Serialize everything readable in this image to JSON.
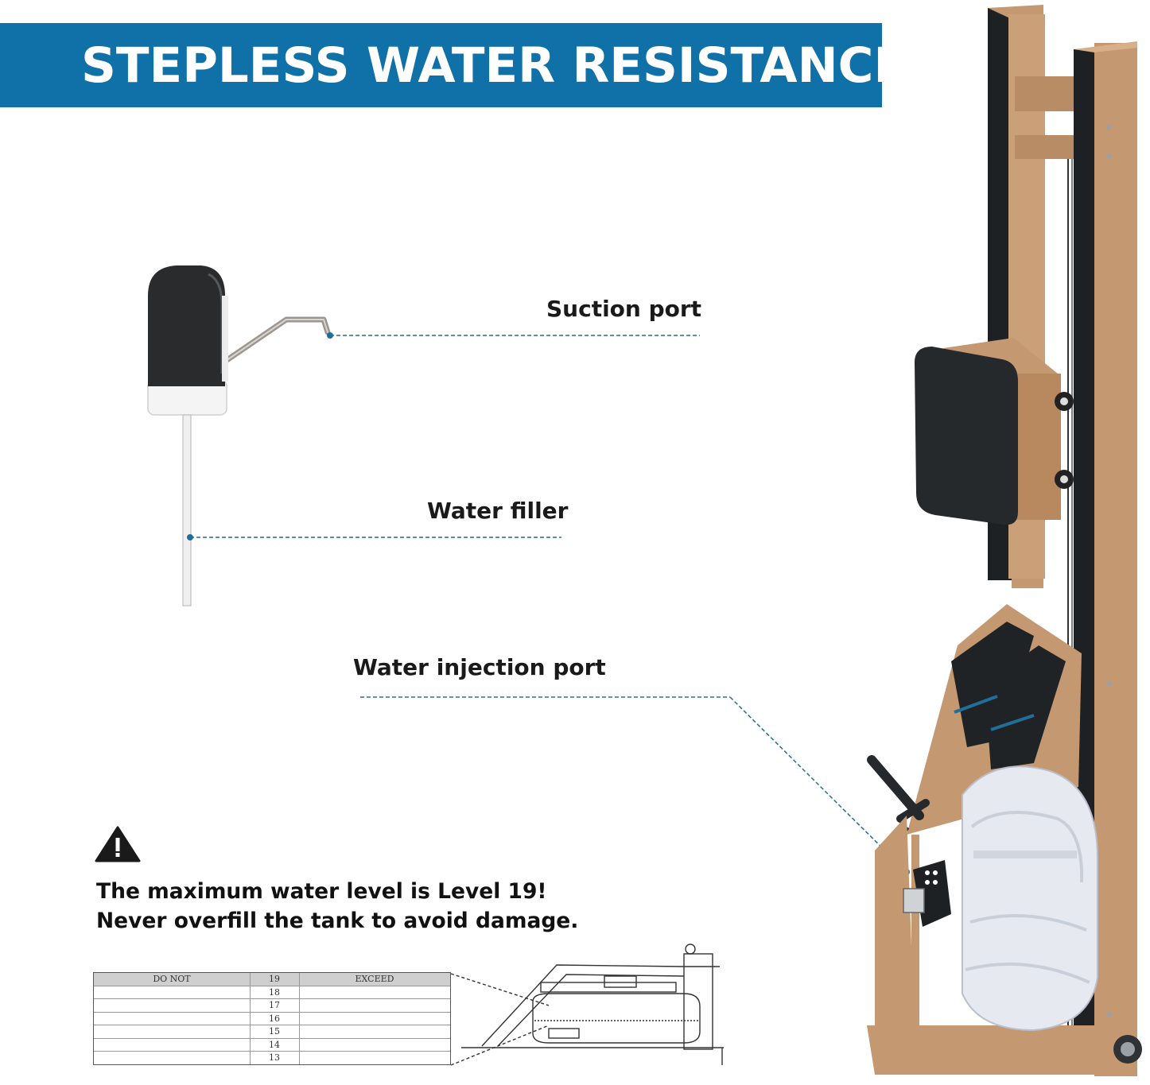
{
  "banner": {
    "title": "STEPLESS WATER RESISTANCE"
  },
  "labels": {
    "suction_port": "Suction port",
    "water_filler": "Water filler",
    "water_injection_port": "Water injection port"
  },
  "warning": {
    "icon": "warning-triangle-icon",
    "line1": "The maximum water level is Level 19!",
    "line2": "Never overfill the tank to avoid damage."
  },
  "gauge": {
    "header": {
      "left": "DO NOT",
      "level": "19",
      "right": "EXCEED"
    },
    "levels": [
      "18",
      "17",
      "16",
      "15",
      "14",
      "13"
    ]
  },
  "colors": {
    "banner": "#1070a8",
    "leader_line": "#1f6f9a",
    "wood": "#c49870",
    "dark_rail": "#1e2124"
  }
}
